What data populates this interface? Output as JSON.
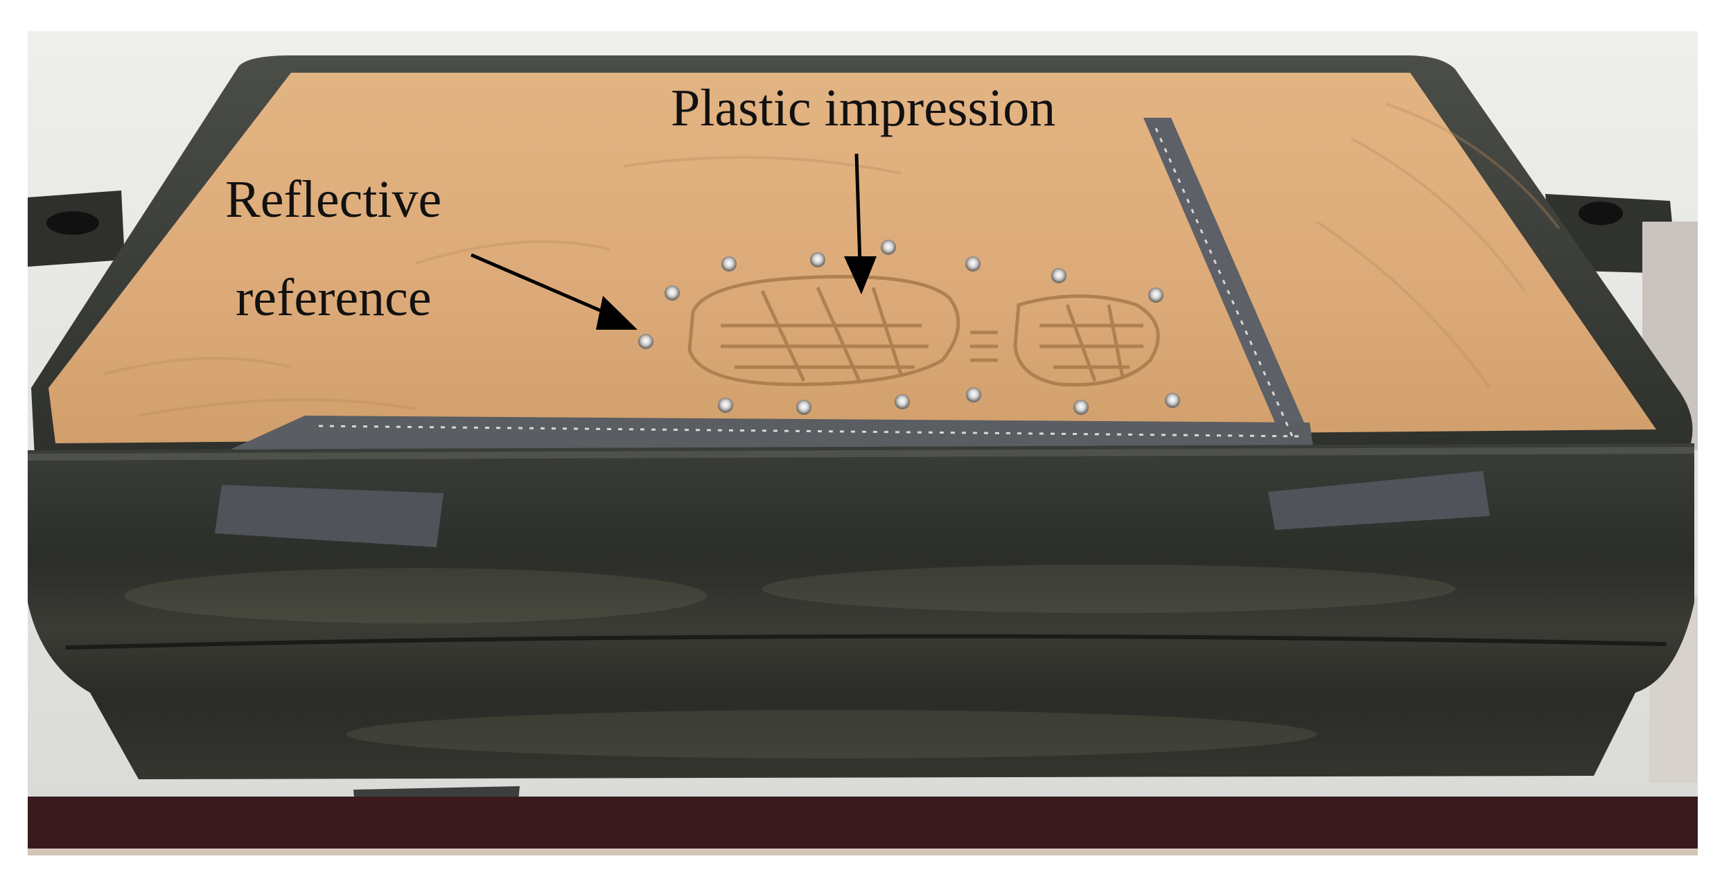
{
  "annotations": {
    "plastic_impression": "Plastic impression",
    "reflective_reference_line1": "Reflective",
    "reflective_reference_line2": "reference"
  },
  "colors": {
    "sand": "#dcaa78",
    "sand_shadow": "#c9955f",
    "box_dark": "#2d2f2a",
    "box_mid": "#3a3c36",
    "ruler": "#5d6066",
    "background_wall": "#e6e6e4",
    "base_cloth": "#3b1a1e",
    "arrow": "#000000"
  }
}
